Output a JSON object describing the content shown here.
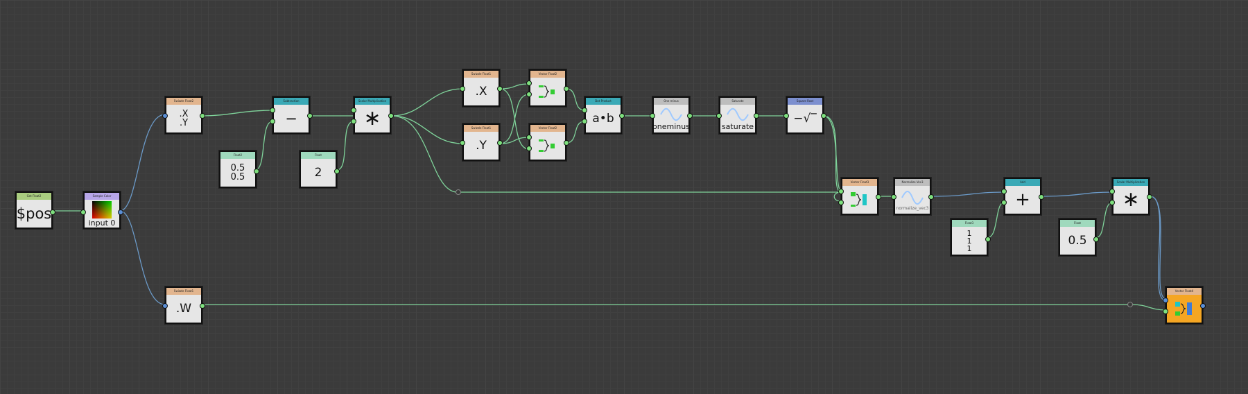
{
  "colors": {
    "wire_green": "#7fd39a",
    "wire_blue": "#6b9ac8",
    "hdr_get": "#a9cc7f",
    "hdr_sample": "#b7a6e8",
    "hdr_swizzle": "#e2b58e",
    "hdr_math": "#3aa9b6",
    "hdr_const": "#9fd9bd",
    "hdr_gray": "#bdbdbd",
    "hdr_sqrt": "#7c8fcf",
    "output_body": "#f5a623"
  },
  "nodes": {
    "get_float2": {
      "header": "Get Float2",
      "value": "$pos"
    },
    "sample_color": {
      "header": "Sample Color",
      "value": "input 0"
    },
    "swizzle2": {
      "header": "Swizzle Float2",
      "line1": ".X",
      "line2": ".Y"
    },
    "subtraction": {
      "header": "Subtraction",
      "symbol": "−"
    },
    "float2_const": {
      "header": "Float2",
      "line1": "0.5",
      "line2": "0.5"
    },
    "scalar_mult_1": {
      "header": "Scalar Multiplication",
      "symbol": "∗"
    },
    "float_2": {
      "header": "Float",
      "value": "2"
    },
    "swizzle_x": {
      "header": "Swizzle Float1",
      "value": ".X"
    },
    "swizzle_y": {
      "header": "Swizzle Float1",
      "value": ".Y"
    },
    "vector_float2_a": {
      "header": "Vector Float2"
    },
    "vector_float2_b": {
      "header": "Vector Float2"
    },
    "dot_product": {
      "header": "Dot Product",
      "value": "a•b"
    },
    "one_minus": {
      "header": "One minus",
      "label": "oneminus",
      "icon": "sine-wave-icon"
    },
    "saturate": {
      "header": "Saturate",
      "label": "saturate",
      "icon": "sine-wave-icon"
    },
    "square_root": {
      "header": "Square Root",
      "symbol": "−√‾"
    },
    "vector_float3": {
      "header": "Vector Float3"
    },
    "normalize_vec3": {
      "header": "Normalize Vec3",
      "label": "normalize_vec3",
      "icon": "sine-wave-icon"
    },
    "add": {
      "header": "Add",
      "symbol": "+"
    },
    "float3_const": {
      "header": "Float3",
      "line1": "1",
      "line2": "1",
      "line3": "1"
    },
    "scalar_mult_2": {
      "header": "Scalar Multiplication",
      "symbol": "∗"
    },
    "float_05": {
      "header": "Float",
      "value": "0.5"
    },
    "swizzle_w": {
      "header": "Swizzle Float1",
      "value": ".W"
    },
    "vector_float4": {
      "header": "Vector Float4"
    }
  }
}
